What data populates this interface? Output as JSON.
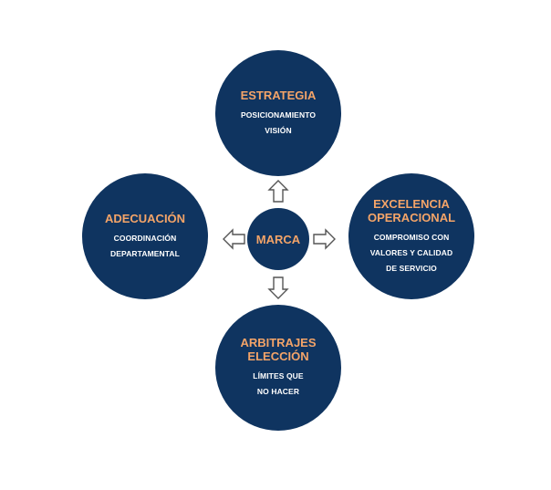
{
  "colors": {
    "circle_fill": "#0f3460",
    "title_text": "#f4a468",
    "sub_text": "#ffffff",
    "arrow_stroke": "#555555"
  },
  "center": {
    "title": "MARCA"
  },
  "nodes": {
    "top": {
      "title": "ESTRATEGIA",
      "sub": "POSICIONAMIENTO\nVISIÓN"
    },
    "left": {
      "title": "ADECUACIÓN",
      "sub": "COORDINACIÓN\nDEPARTAMENTAL"
    },
    "right": {
      "title": "EXCELENCIA\nOPERACIONAL",
      "sub": "COMPROMISO CON\nVALORES Y CALIDAD\nDE SERVICIO"
    },
    "bottom": {
      "title": "ARBITRAJES\nELECCIÓN",
      "sub": "LÍMITES QUE\nNO HACER"
    }
  }
}
